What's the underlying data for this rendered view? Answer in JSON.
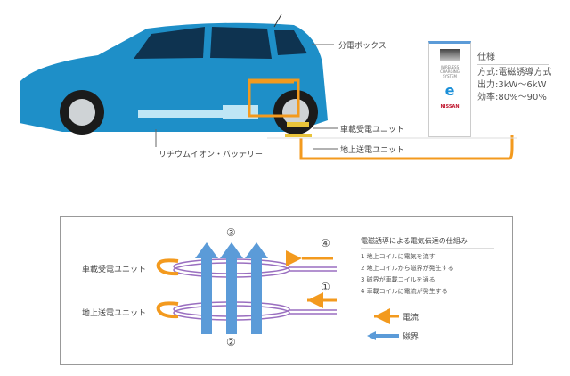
{
  "top": {
    "labels": {
      "distribution_box": "分電ボックス",
      "onboard_unit": "車載受電ユニット",
      "ground_unit": "地上送電ユニット",
      "battery": "リチウムイオン・バッテリー"
    },
    "charger": {
      "text_lines": [
        "WIRELESS",
        "CHARGING",
        "SYSTEM"
      ],
      "brand": "NISSAN"
    },
    "spec": {
      "title": "仕様",
      "method": "方式:電磁誘導方式",
      "output": "出力:3kW～6kW",
      "efficiency": "効率:80%～90%"
    }
  },
  "diagram": {
    "title": "電磁誘導による電気伝達の仕組み",
    "steps": [
      "1 地上コイルに電気を流す",
      "2 地上コイルから磁界が発生する",
      "3 磁界が車載コイルを通る",
      "4 車載コイルに電流が発生する"
    ],
    "markers": {
      "m1": "①",
      "m2": "②",
      "m3": "③",
      "m4": "④"
    },
    "coil_labels": {
      "onboard": "車載受電ユニット",
      "ground": "地上送電ユニット"
    },
    "legend": {
      "current": "電流",
      "magnetic": "磁界"
    },
    "colors": {
      "current": "#f39a1e",
      "magnetic": "#5b9bd8",
      "coil": "#9a6fc0",
      "car": "#1e8fc8"
    }
  }
}
